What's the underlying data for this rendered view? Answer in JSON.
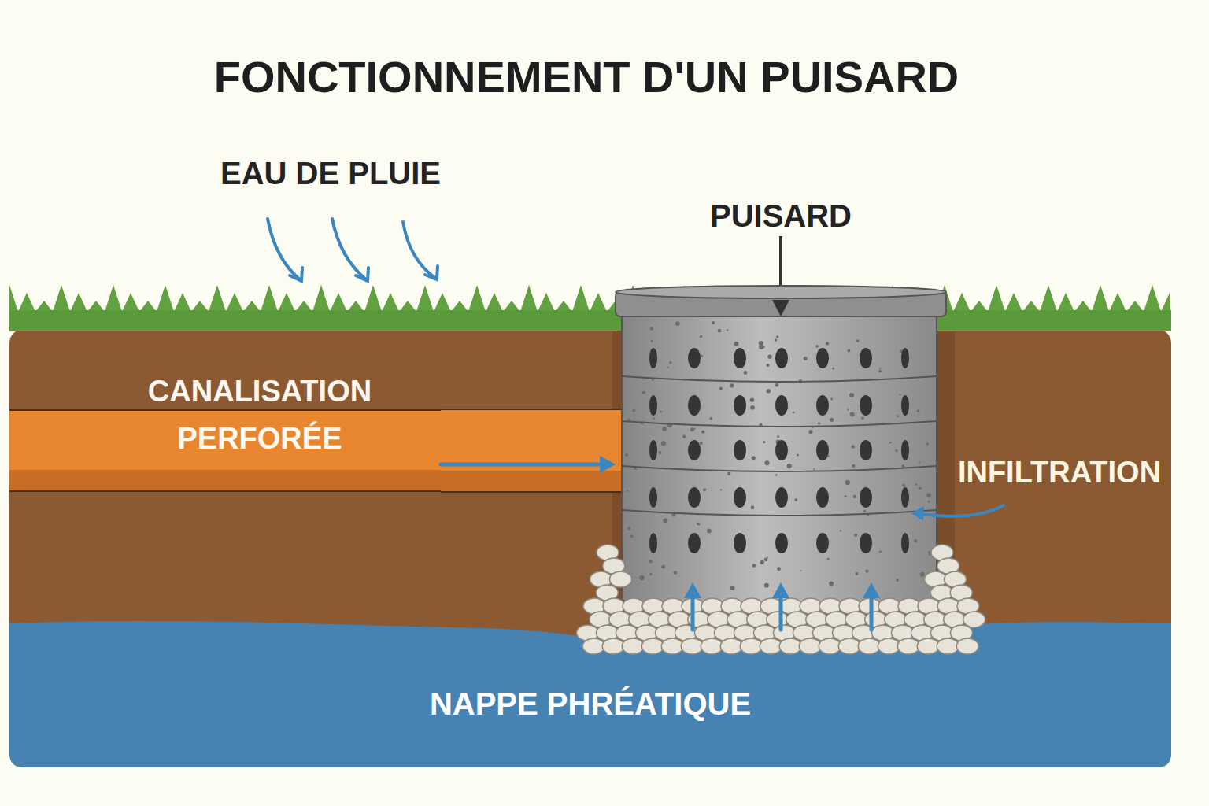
{
  "diagram": {
    "title": "FONCTIONNEMENT D'UN PUISARD",
    "nodes": [
      {
        "text": [
          "PUISARD"
        ]
      },
      {
        "text": [
          "CANALISATION PERFORÉE"
        ]
      },
      {
        "text": [
          "NAPPE PHRÉATIQUE"
        ]
      }
    ],
    "edges": [
      {
        "from": 1,
        "to": 0,
        "arrow": "to"
      },
      {
        "from": 2,
        "to": 0,
        "arrow": "to"
      },
      {
        "from": 2,
        "to": 0,
        "arrow": "to"
      },
      {
        "from": 2,
        "to": 0,
        "arrow": "to"
      }
    ],
    "labels": [
      "EAU DE PLUIE",
      "INFILTRATION"
    ]
  }
}
